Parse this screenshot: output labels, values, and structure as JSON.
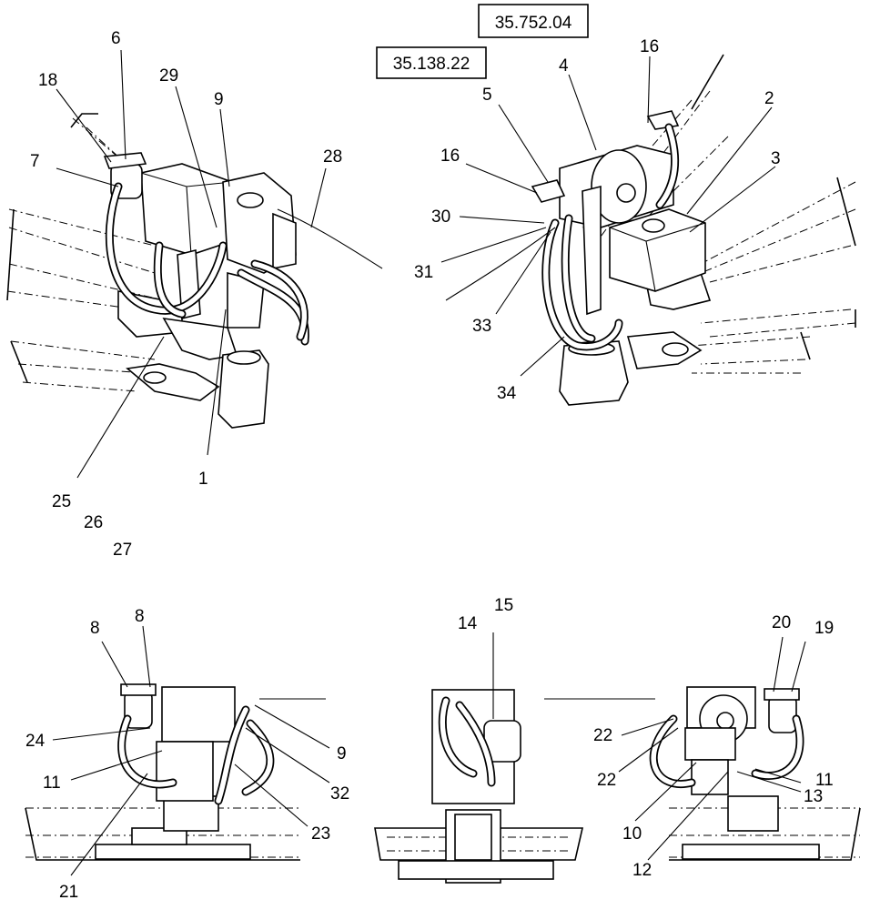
{
  "references": [
    "35.752.04",
    "35.138.22"
  ],
  "callouts": {
    "c1": "1",
    "c2": "2",
    "c3": "3",
    "c4": "4",
    "c5": "5",
    "c6": "6",
    "c7": "7",
    "c8a": "8",
    "c8b": "8",
    "c9a": "9",
    "c9b": "9",
    "c10": "10",
    "c11a": "11",
    "c11b": "11",
    "c12": "12",
    "c13": "13",
    "c14": "14",
    "c15": "15",
    "c16a": "16",
    "c16b": "16",
    "c18": "18",
    "c19": "19",
    "c20": "20",
    "c21": "21",
    "c22a": "22",
    "c22b": "22",
    "c23": "23",
    "c24": "24",
    "c25": "25",
    "c26": "26",
    "c27": "27",
    "c28": "28",
    "c29": "29",
    "c30": "30",
    "c31": "31",
    "c32": "32",
    "c33": "33",
    "c34": "34"
  }
}
